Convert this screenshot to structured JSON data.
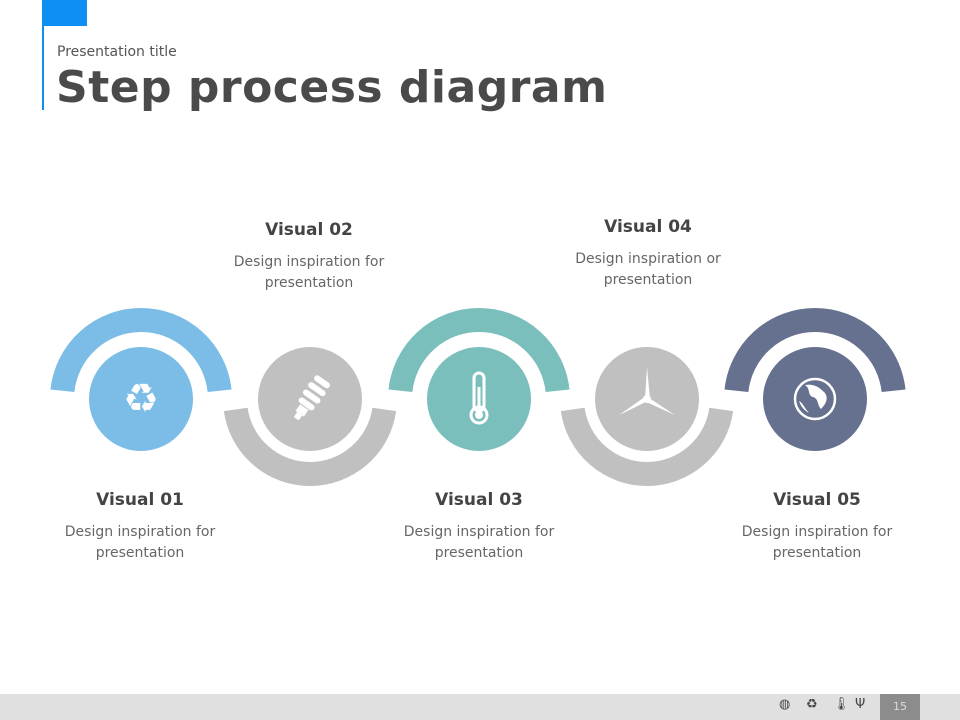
{
  "header": {
    "subtitle": "Presentation title",
    "title": "Step process diagram"
  },
  "steps": [
    {
      "title": "Visual 01",
      "text": "Design inspiration for presentation",
      "icon": "recycle-icon",
      "color": "#7bbde6"
    },
    {
      "title": "Visual 02",
      "text": "Design inspiration for presentation",
      "icon": "light-bulb-icon",
      "color": "#c0c0c0"
    },
    {
      "title": "Visual 03",
      "text": "Design inspiration for presentation",
      "icon": "thermometer-icon",
      "color": "#7bbfbd"
    },
    {
      "title": "Visual 04",
      "text": "Design inspiration or presentation",
      "icon": "wind-turbine-icon",
      "color": "#c0c0c0"
    },
    {
      "title": "Visual 05",
      "text": "Design inspiration for presentation",
      "icon": "globe-icon",
      "color": "#66718f"
    }
  ],
  "footer": {
    "page_number": "15",
    "icons": [
      "globe-icon",
      "recycle-icon",
      "thermometer-icon",
      "plant-icon"
    ]
  }
}
